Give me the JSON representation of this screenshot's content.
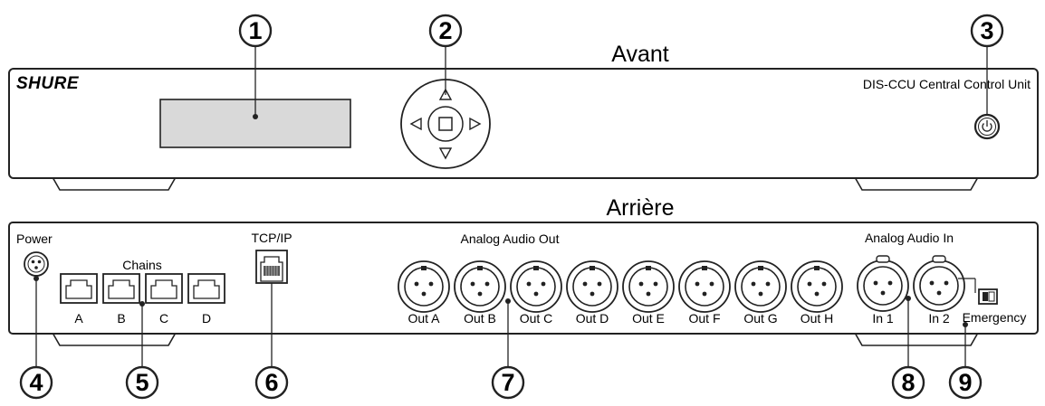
{
  "front": {
    "title": "Avant",
    "brand": "SHURE",
    "model": "DIS-CCU Central Control Unit"
  },
  "rear": {
    "title": "Arrière",
    "power_label": "Power",
    "chains_label": "Chains",
    "chain_ports": [
      "A",
      "B",
      "C",
      "D"
    ],
    "tcpip_label": "TCP/IP",
    "analog_out_label": "Analog Audio Out",
    "outputs": [
      "Out A",
      "Out B",
      "Out C",
      "Out D",
      "Out E",
      "Out F",
      "Out G",
      "Out H"
    ],
    "analog_in_label": "Analog Audio In",
    "inputs": [
      "In 1",
      "In 2"
    ],
    "emergency_label": "Emergency"
  },
  "callouts": [
    "1",
    "2",
    "3",
    "4",
    "5",
    "6",
    "7",
    "8",
    "9"
  ]
}
